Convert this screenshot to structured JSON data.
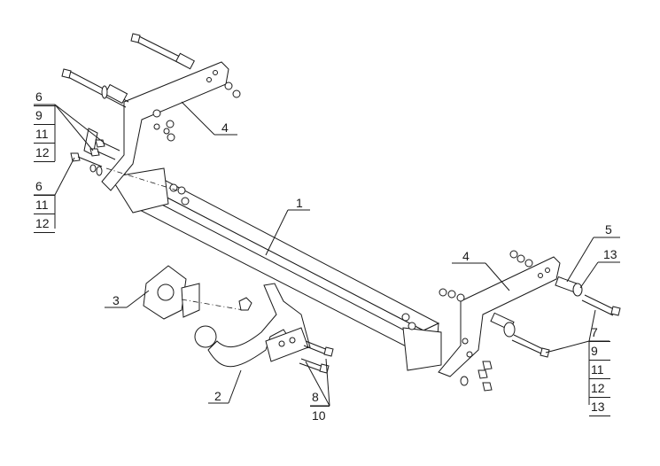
{
  "labels": {
    "upper_left_stack": [
      "6",
      "9",
      "11",
      "12"
    ],
    "lower_left_stack": [
      "6",
      "11",
      "12"
    ],
    "left_bracket": "4",
    "crossbar": "1",
    "socket_plate": "3",
    "tow_ball": "2",
    "bolt_stack": [
      "8",
      "10"
    ],
    "right_spacer": "5",
    "right_washer": "13",
    "right_bracket": "4",
    "right_stack": [
      "7",
      "9",
      "11",
      "12",
      "13"
    ]
  }
}
